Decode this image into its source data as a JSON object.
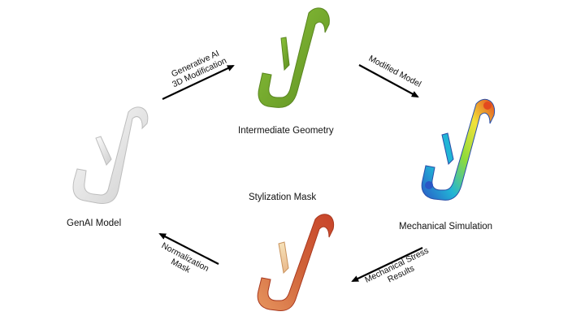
{
  "diagram": {
    "nodes": {
      "genai_model": {
        "label": "GenAI Model",
        "color": "#e8e8e8"
      },
      "intermediate_geometry": {
        "label": "Intermediate Geometry",
        "color": "#78aa2e"
      },
      "mechanical_simulation": {
        "label": "Mechanical Simulation",
        "colors": [
          "#2a56c6",
          "#21b5d6",
          "#8fdc3a",
          "#f2e23a",
          "#e34a1e"
        ]
      },
      "stylization_mask": {
        "label": "Stylization Mask",
        "colors": [
          "#f3d7a6",
          "#e6945e",
          "#c8442a"
        ]
      }
    },
    "edges": {
      "genai_to_intermediate": {
        "line1": "Generative AI",
        "line2": "3D Modification"
      },
      "intermediate_to_simulation": {
        "line1": "Modified Model"
      },
      "simulation_to_mask": {
        "line1": "Mechanical Stress",
        "line2": "Results"
      },
      "mask_to_genai": {
        "line1": "Normalization",
        "line2": "Mask"
      }
    }
  }
}
